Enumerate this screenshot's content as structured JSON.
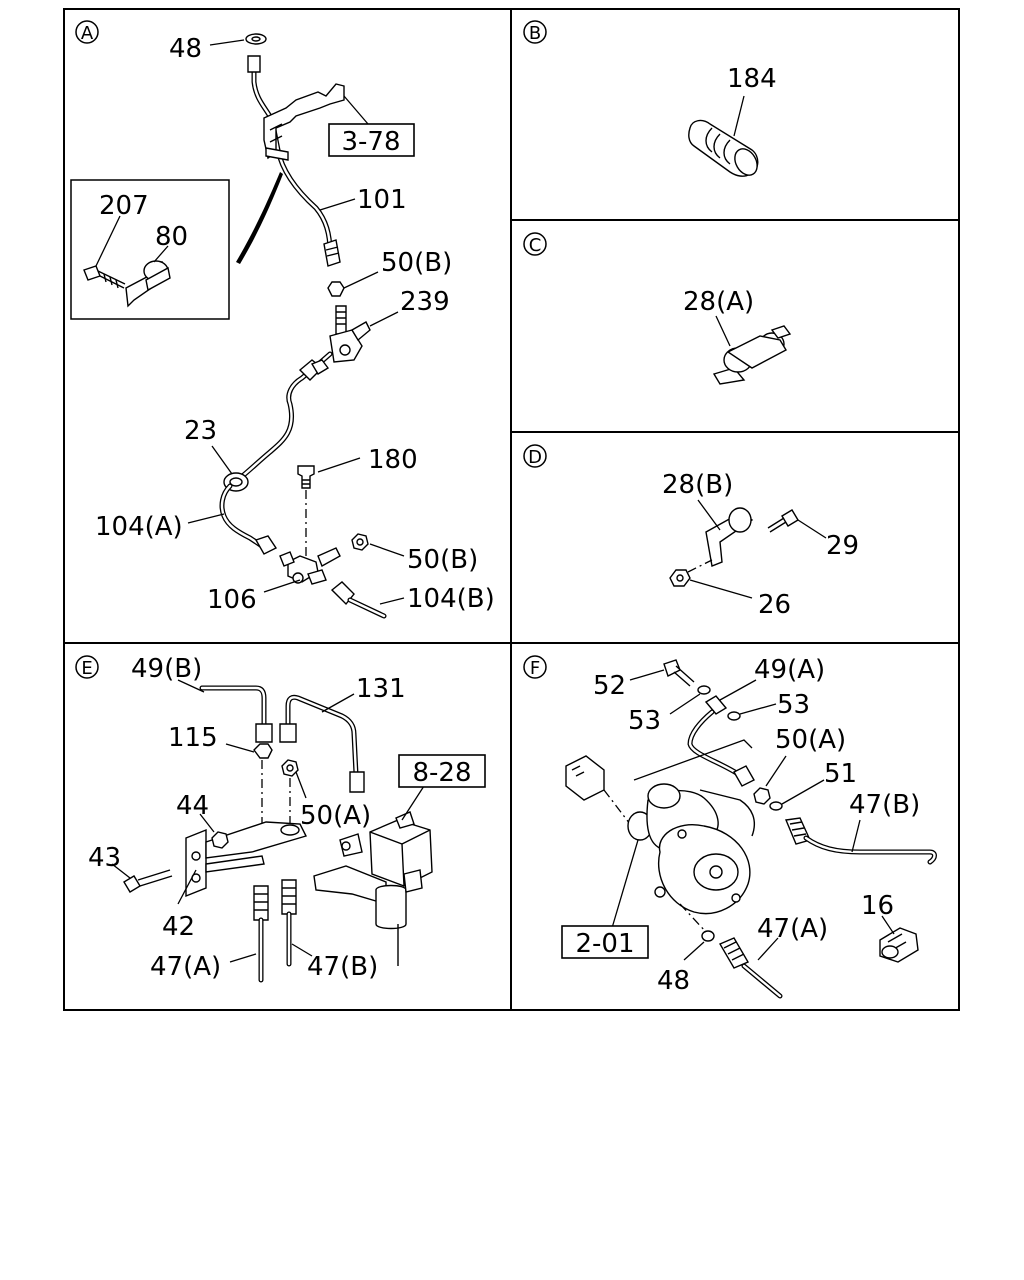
{
  "sections": [
    {
      "id": "A",
      "labels": [
        "48",
        "101",
        "50(B)",
        "239",
        "23",
        "180",
        "104(A)",
        "50(B)",
        "106",
        "104(B)",
        "207",
        "80"
      ],
      "ref": "3-78"
    },
    {
      "id": "B",
      "labels": [
        "184"
      ]
    },
    {
      "id": "C",
      "labels": [
        "28(A)"
      ]
    },
    {
      "id": "D",
      "labels": [
        "28(B)",
        "29",
        "26"
      ]
    },
    {
      "id": "E",
      "labels": [
        "49(B)",
        "131",
        "115",
        "50(A)",
        "44",
        "43",
        "42",
        "47(A)",
        "47(B)"
      ],
      "ref": "8-28"
    },
    {
      "id": "F",
      "labels": [
        "52",
        "49(A)",
        "53",
        "53",
        "50(A)",
        "51",
        "47(B)",
        "16",
        "47(A)",
        "48"
      ],
      "ref": "2-01"
    }
  ]
}
